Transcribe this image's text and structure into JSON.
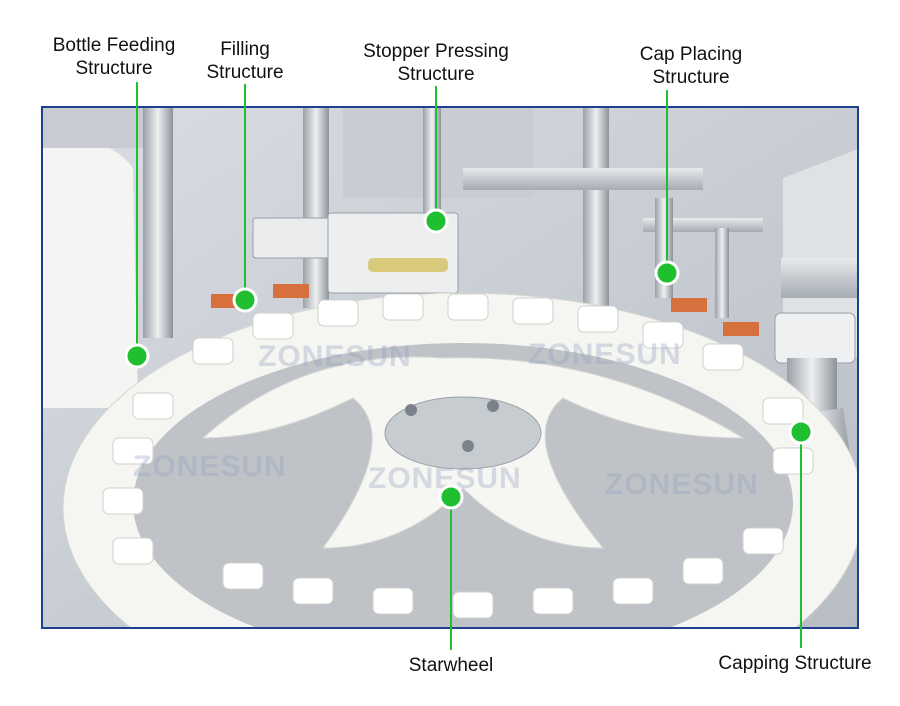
{
  "labels": {
    "bottle_feeding": [
      "Bottle Feeding",
      "Structure"
    ],
    "filling": [
      "Filling",
      "Structure"
    ],
    "stopper_pressing": [
      "Stopper Pressing",
      "Structure"
    ],
    "cap_placing": [
      "Cap Placing",
      "Structure"
    ],
    "starwheel": "Starwheel",
    "capping": "Capping Structure"
  },
  "watermark": "ZONESUN",
  "colors": {
    "leader_line": "#1fbf2f",
    "marker_fill": "#1fbf2f",
    "marker_stroke": "#ffffff",
    "frame_border": "#1f3f8f",
    "starwheel": "#f3f3f0"
  }
}
